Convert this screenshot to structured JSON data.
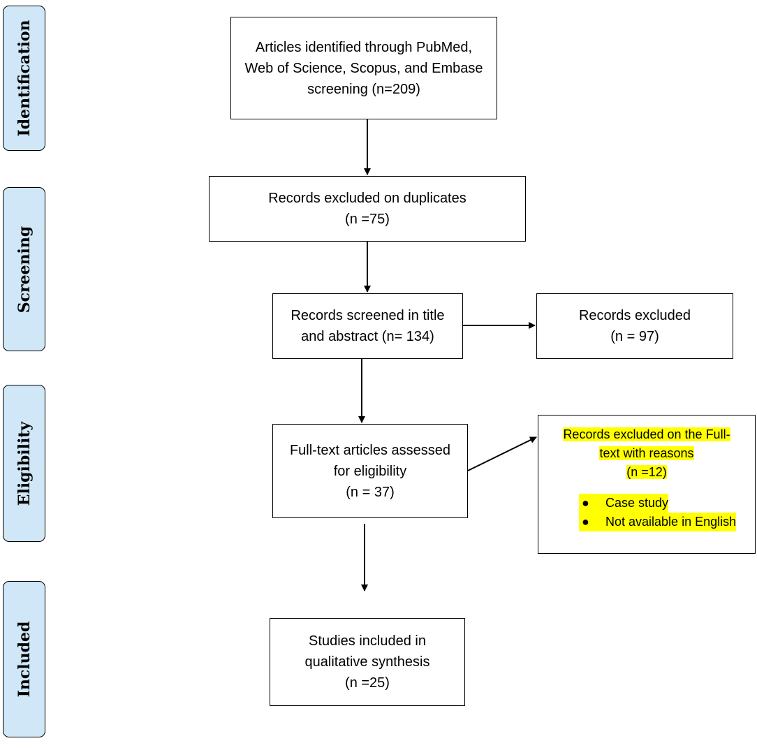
{
  "stages": [
    {
      "id": "identification",
      "label": "Identification"
    },
    {
      "id": "screening",
      "label": "Screening"
    },
    {
      "id": "eligibility",
      "label": "Eligibility"
    },
    {
      "id": "included",
      "label": "Included"
    }
  ],
  "boxes": {
    "identified": {
      "lines": [
        "Articles identified through PubMed,",
        "Web of Science, Scopus, and Embase",
        "screening (n=209)"
      ]
    },
    "duplicates": {
      "lines": [
        "Records excluded on duplicates",
        "(n =75)"
      ]
    },
    "screened": {
      "lines": [
        "Records screened in title",
        "and abstract (n= 134)"
      ]
    },
    "excluded": {
      "lines": [
        "Records excluded",
        "(n = 97)"
      ]
    },
    "fulltext": {
      "lines": [
        "Full-text articles assessed",
        "for eligibility",
        "(n = 37)"
      ]
    },
    "included": {
      "lines": [
        "Studies included in",
        "qualitative synthesis",
        "(n =25)"
      ]
    }
  },
  "fulltext_exclusions": {
    "title_lines": [
      "Records excluded on the Full-",
      "text with reasons",
      "(n =12)"
    ],
    "reasons": [
      "Case study",
      "Not available in English"
    ]
  },
  "colors": {
    "stage_fill": "#cfe7f7",
    "highlight": "#ffff00",
    "border": "#000000"
  }
}
